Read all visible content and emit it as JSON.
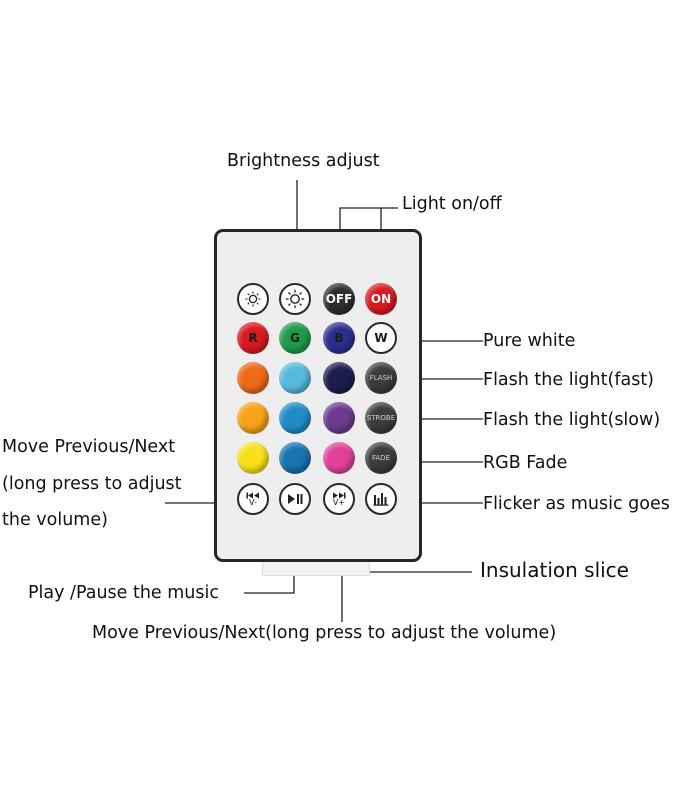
{
  "labels": {
    "brightness": "Brightness adjust",
    "light_onoff": "Light on/off",
    "pure_white": "Pure white",
    "flash_fast": "Flash the light(fast)",
    "flash_slow": "Flash the light(slow)",
    "rgb_fade": "RGB Fade",
    "flicker": "Flicker as music goes",
    "insulation": "Insulation slice",
    "move_prev_left_1": "Move Previous/Next",
    "move_prev_left_2": "(long press to adjust",
    "move_prev_left_3": "the volume)",
    "play_pause": "Play /Pause the music",
    "move_prev_bottom": "Move Previous/Next(long press to adjust the volume)"
  },
  "buttons": {
    "off": "OFF",
    "on": "ON",
    "r": "R",
    "g": "G",
    "b": "B",
    "w": "W",
    "flash": "FLASH",
    "strobe": "STROBE",
    "fade": "FADE",
    "vol_down": "V-",
    "vol_up": "V+"
  },
  "icons": {
    "brightness_down": "sun-small-icon",
    "brightness_up": "sun-large-icon",
    "prev": "skip-previous-icon",
    "play_pause": "play-pause-icon",
    "next": "skip-next-icon",
    "music": "music-bars-icon"
  },
  "colors": {
    "red": "#d91a21",
    "green": "#1f9a48",
    "blue": "#2a2f8f",
    "orange_1": "#ee6a16",
    "orange_2": "#f6a21a",
    "yellow": "#f7e11a",
    "light_blue_1": "#57b9de",
    "light_blue_2": "#1f8cc8",
    "light_blue_3": "#1873b0",
    "navy": "#1b1d4d",
    "purple": "#6b3b8f",
    "pink": "#e0429a",
    "off_button": "#2e2e2e",
    "remote_body": "#eeeeee"
  }
}
